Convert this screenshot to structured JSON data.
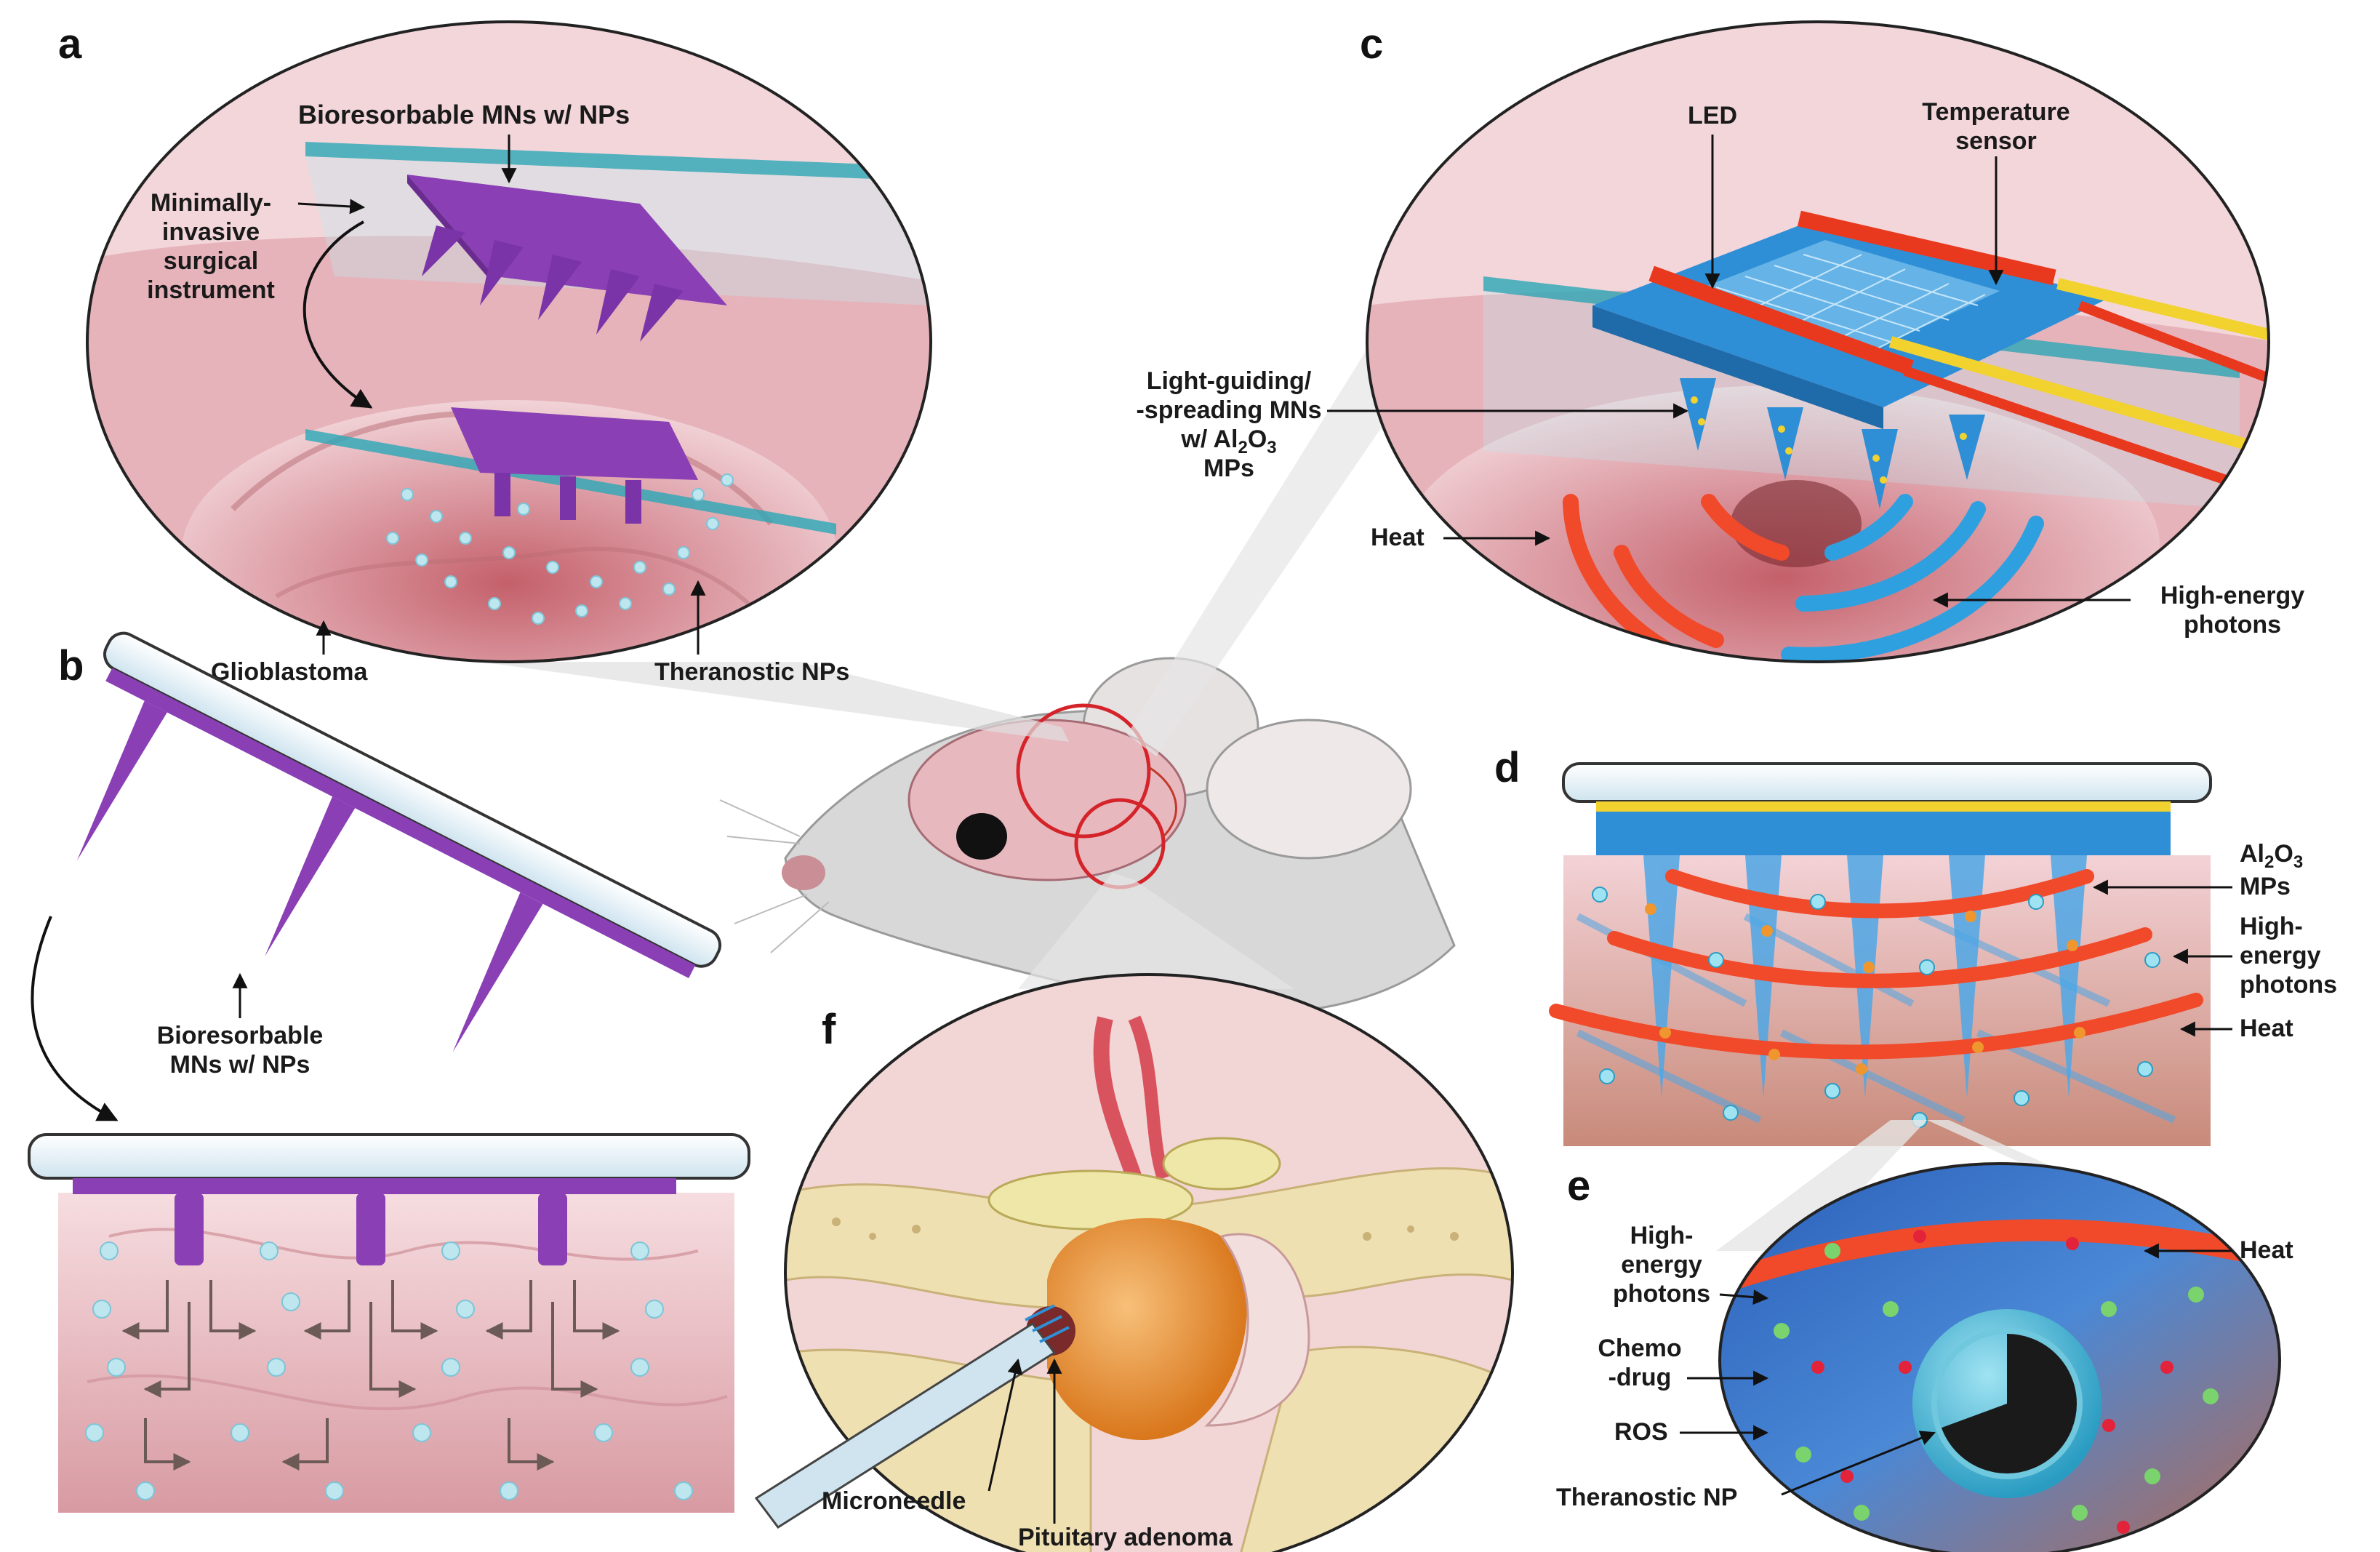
{
  "panels": {
    "a": {
      "letter": "a",
      "labels": {
        "mns": "Bioresorbable MNs w/ NPs",
        "instrument": [
          "Minimally-",
          "invasive",
          "surgical",
          "instrument"
        ],
        "glioblastoma": "Glioblastoma",
        "nps": "Theranostic NPs"
      }
    },
    "b": {
      "letter": "b",
      "labels": {
        "mns": [
          "Bioresorbable",
          "MNs w/ NPs"
        ]
      }
    },
    "c": {
      "letter": "c",
      "labels": {
        "led": "LED",
        "temp": [
          "Temperature",
          "sensor"
        ],
        "light_guiding": [
          "Light-guiding/",
          "-spreading MNs",
          "w/ Al",
          "2",
          "O",
          "3",
          "MPs"
        ],
        "heat": "Heat",
        "photons": [
          "High-energy",
          "photons"
        ]
      }
    },
    "d": {
      "letter": "d",
      "labels": {
        "al2o3": [
          "Al",
          "2",
          "O",
          "3",
          "MPs"
        ],
        "photons": [
          "High-",
          "energy",
          "photons"
        ],
        "heat": "Heat"
      }
    },
    "e": {
      "letter": "e",
      "labels": {
        "photons": [
          "High-",
          "energy",
          "photons"
        ],
        "heat": "Heat",
        "chemo": [
          "Chemo",
          "-drug"
        ],
        "ros": "ROS",
        "np": "Theranostic NP"
      }
    },
    "f": {
      "letter": "f",
      "labels": {
        "microneedle": "Microneedle",
        "adenoma": "Pituitary adenoma"
      }
    }
  },
  "colors": {
    "tissue": "#e9b8be",
    "purple": "#8a3fb5",
    "red": "#e8391f",
    "blue": "#2f8fd6",
    "orange": "#f0962e",
    "yellow": "#f2d22e"
  }
}
